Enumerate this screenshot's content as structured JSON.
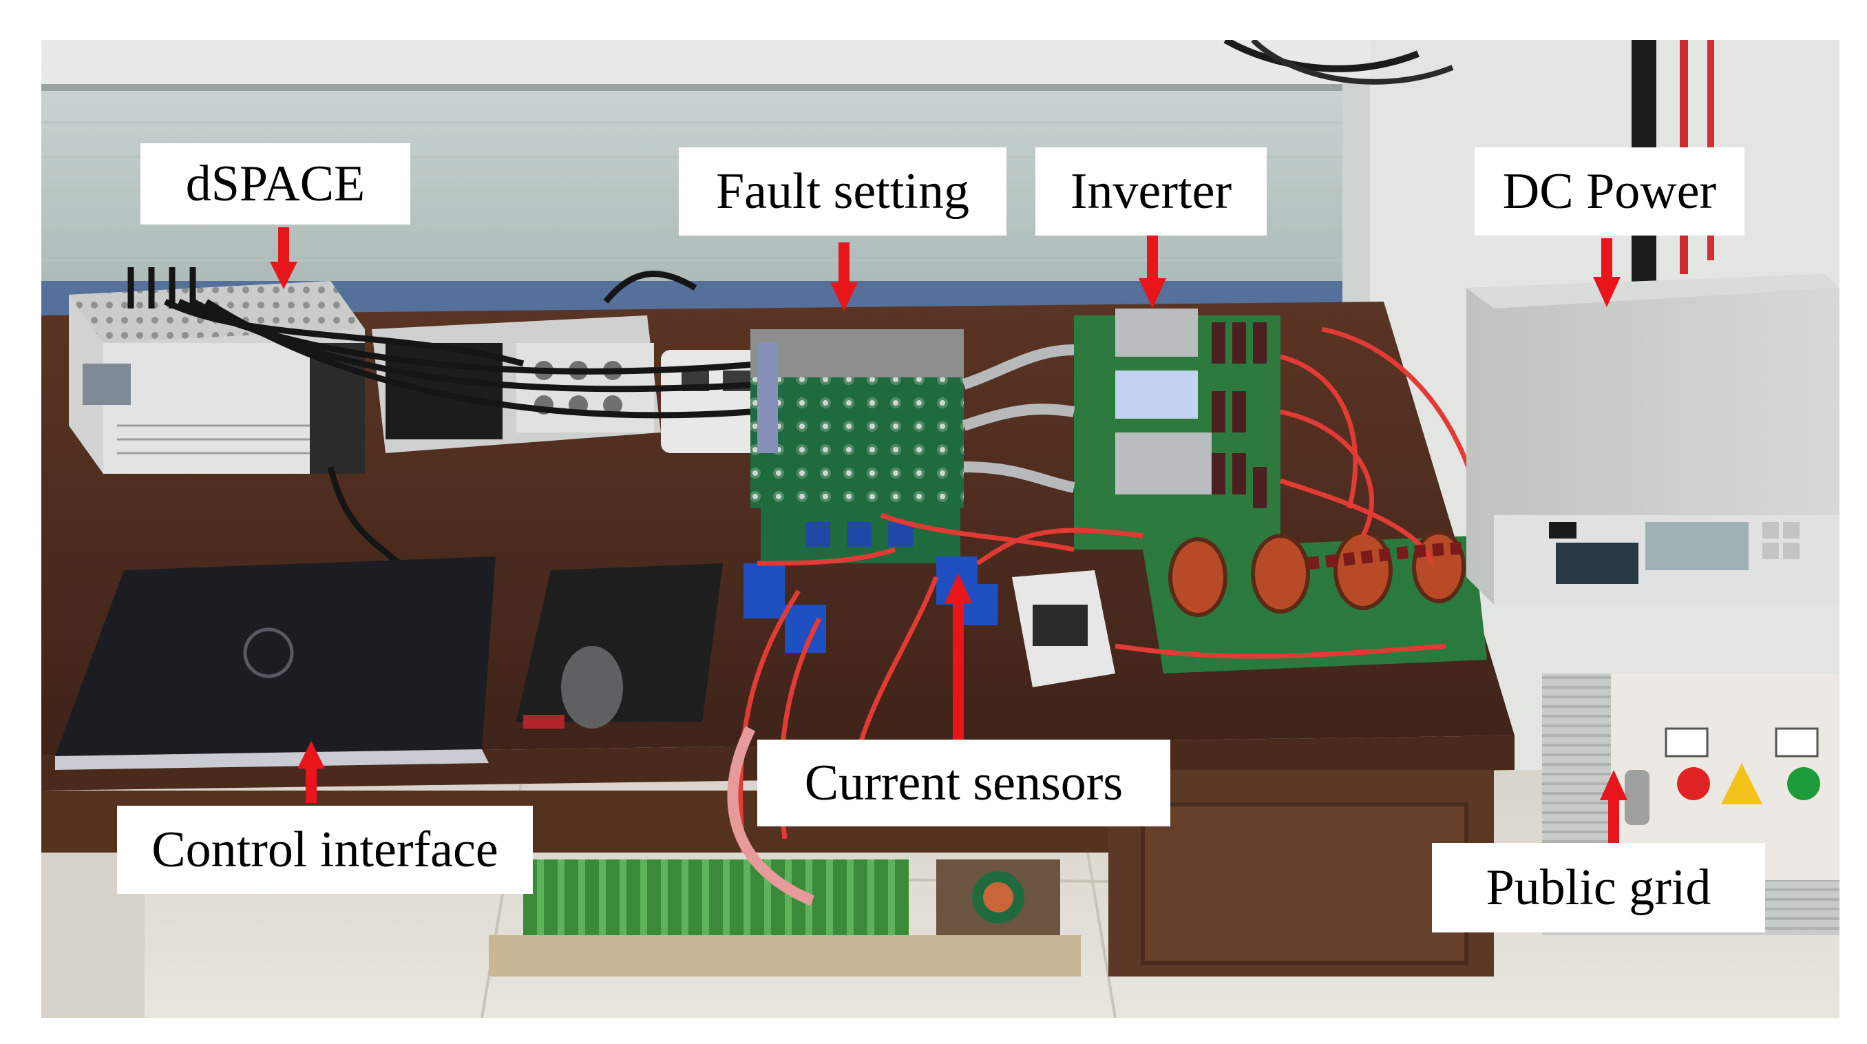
{
  "labels": {
    "dspace": "dSPACE",
    "fault_setting": "Fault setting",
    "inverter": "Inverter",
    "dc_power": "DC Power",
    "control_interface": "Control interface",
    "current_sensors": "Current sensors",
    "public_grid": "Public grid"
  },
  "colors": {
    "arrow": "#e8151b",
    "label_bg": "#ffffff",
    "label_text": "#000000"
  }
}
